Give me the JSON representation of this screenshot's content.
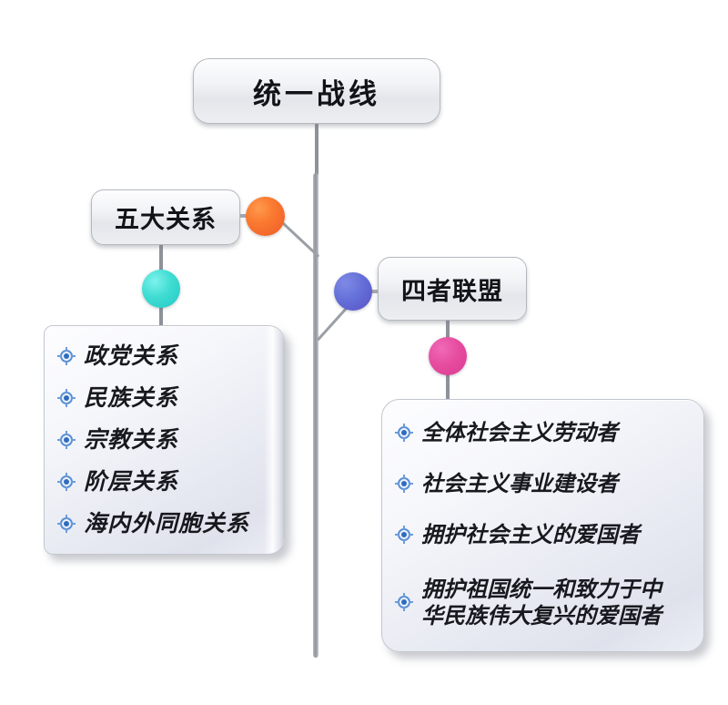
{
  "diagram": {
    "title": "统一战线",
    "root": {
      "label": "统一战线"
    },
    "branches": [
      {
        "key": "left",
        "label": "五大关系",
        "dot_color": "#fa7a30",
        "child_dot_color": "#3fdcd2",
        "items": [
          {
            "label": "政党关系"
          },
          {
            "label": "民族关系"
          },
          {
            "label": "宗教关系"
          },
          {
            "label": "阶层关系"
          },
          {
            "label": "海内外同胞关系"
          }
        ]
      },
      {
        "key": "right",
        "label": "四者联盟",
        "dot_color": "#6470d8",
        "child_dot_color": "#e64b9d",
        "items": [
          {
            "label": "全体社会主义劳动者"
          },
          {
            "label": "社会主义事业建设者"
          },
          {
            "label": "拥护社会主义的爱国者"
          },
          {
            "line1": "拥护祖国统一和致力于中",
            "line2": "华民族伟大复兴的爱国者"
          }
        ]
      }
    ],
    "bullet_icon": "target-bullet-icon",
    "colors": {
      "background": "#ffffff",
      "connector": "#8e9299",
      "node_border": "#b4b8bf",
      "text": "#111318",
      "bullet_ring": "#5b8fd4",
      "bullet_core": "#2f6cc0"
    }
  }
}
